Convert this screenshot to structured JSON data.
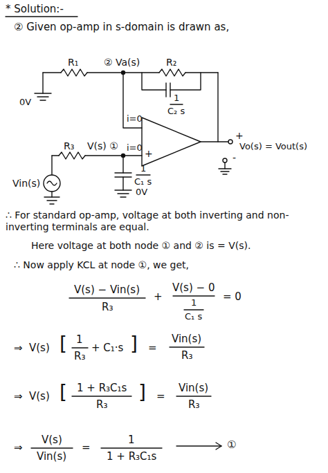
{
  "diagram": {
    "title": "* Solution:-",
    "labels": [
      "② Given op-amp in s-domain is drawn as,",
      "R₁",
      "② Va(s)",
      "R₂",
      "1",
      "C₂ s",
      "0V",
      "i=0",
      "+",
      "Vo(s) = Vout(s)",
      "-",
      "R₃",
      "V(s) ①",
      "i=0",
      "+",
      "1",
      "C₁ s",
      "0V",
      "Vin(s)",
      "∴ For standard op-amp, voltage at both inverting and non-inverting terminals are equal.",
      "Here voltage at both node ① and ② is = V(s).",
      "∴ Now apply KCL at node ①, we get,",
      "V(s) − Vin(s)",
      "R₃",
      "+",
      "V(s) − 0",
      "1",
      "C₁ s",
      "= 0",
      "⇒",
      "V(s)",
      "[",
      "1",
      "R₃",
      "+ C₁·s",
      "]",
      "=",
      "Vin(s)",
      "R₃",
      "⇒",
      "V(s)",
      "[",
      "1 + R₃C₁s",
      "R₃",
      "]",
      "=",
      "Vin(s)",
      "R₃",
      "⇒",
      "V(s)",
      "Vin(s)",
      "=",
      "1",
      "1 + R₃C₁s",
      "①"
    ]
  }
}
